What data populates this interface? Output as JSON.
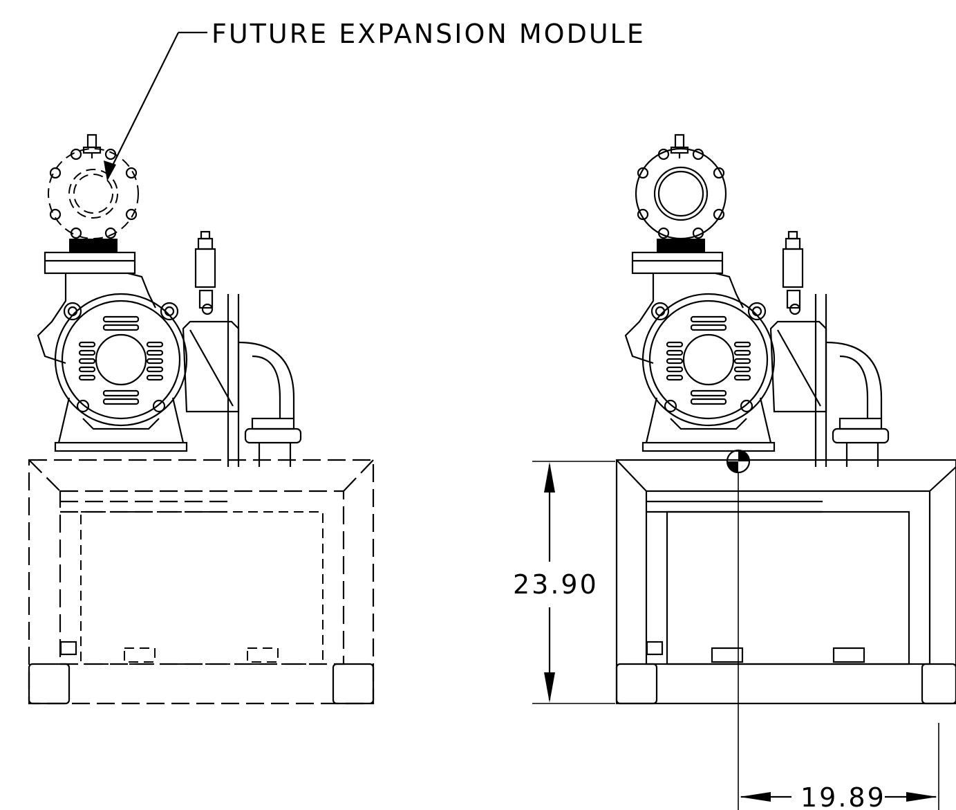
{
  "labels": {
    "callout": "FUTURE EXPANSION MODULE",
    "dim_height": "23.90",
    "dim_width": "19.89"
  },
  "colors": {
    "line": "#000000",
    "background": "#ffffff"
  }
}
